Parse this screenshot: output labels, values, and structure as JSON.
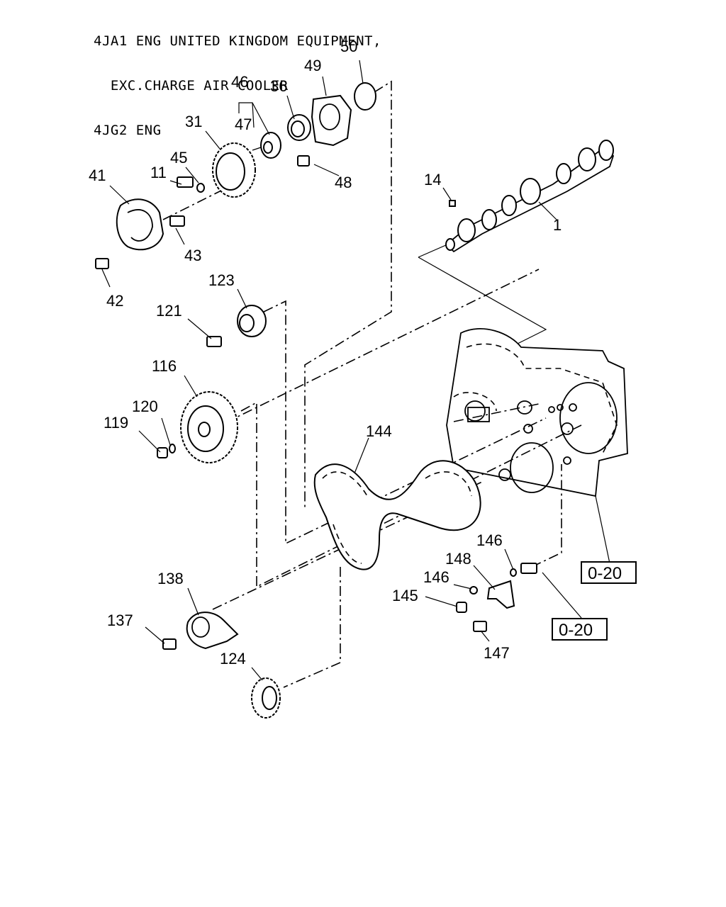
{
  "header": {
    "line1": "4JA1 ENG UNITED KINGDOM EQUIPMENT,",
    "line2": "  EXC.CHARGE AIR COOLER",
    "line3": "4JG2 ENG"
  },
  "callouts": [
    {
      "id": "50",
      "text": "50"
    },
    {
      "id": "49",
      "text": "49"
    },
    {
      "id": "46",
      "text": "46"
    },
    {
      "id": "36",
      "text": "36"
    },
    {
      "id": "31",
      "text": "31"
    },
    {
      "id": "47",
      "text": "47"
    },
    {
      "id": "45",
      "text": "45"
    },
    {
      "id": "11",
      "text": "11"
    },
    {
      "id": "41",
      "text": "41"
    },
    {
      "id": "48",
      "text": "48"
    },
    {
      "id": "14",
      "text": "14"
    },
    {
      "id": "1",
      "text": "1"
    },
    {
      "id": "43",
      "text": "43"
    },
    {
      "id": "42",
      "text": "42"
    },
    {
      "id": "123",
      "text": "123"
    },
    {
      "id": "121",
      "text": "121"
    },
    {
      "id": "116",
      "text": "116"
    },
    {
      "id": "120",
      "text": "120"
    },
    {
      "id": "119",
      "text": "119"
    },
    {
      "id": "144",
      "text": "144"
    },
    {
      "id": "146a",
      "text": "146"
    },
    {
      "id": "148",
      "text": "148"
    },
    {
      "id": "146b",
      "text": "146"
    },
    {
      "id": "145",
      "text": "145"
    },
    {
      "id": "138",
      "text": "138"
    },
    {
      "id": "137",
      "text": "137"
    },
    {
      "id": "147",
      "text": "147"
    },
    {
      "id": "124",
      "text": "124"
    }
  ],
  "references": [
    {
      "id": "ref-a",
      "text": "0-20"
    },
    {
      "id": "ref-b",
      "text": "0-20"
    }
  ]
}
